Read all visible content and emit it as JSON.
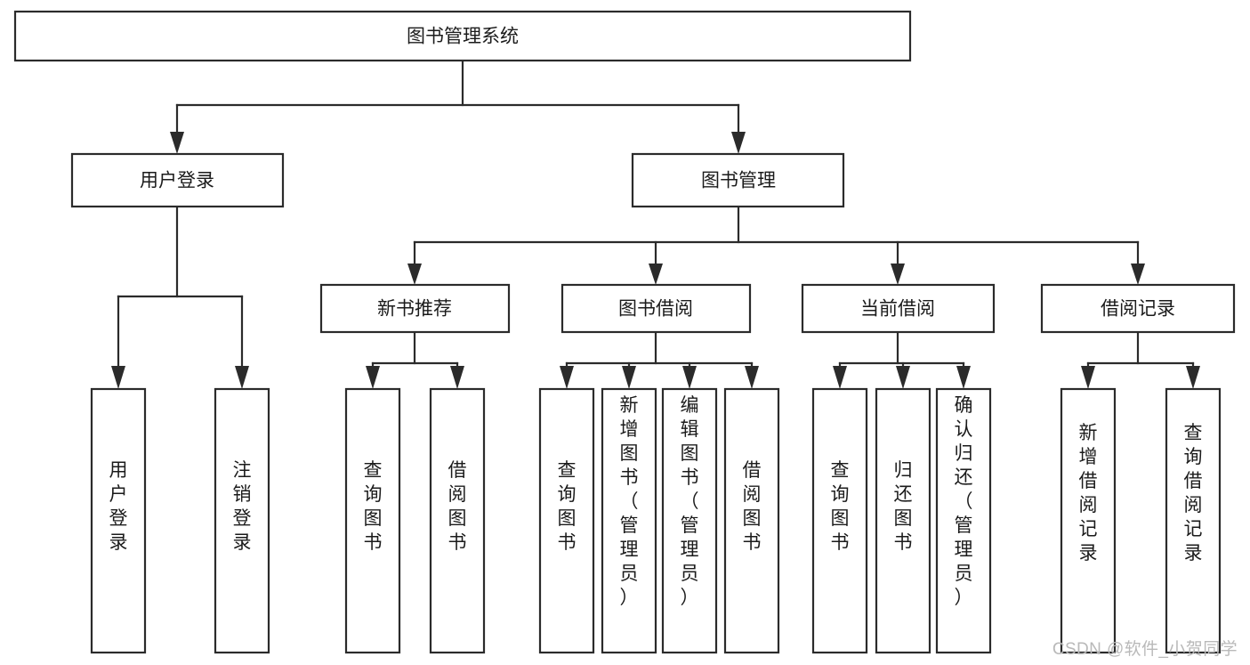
{
  "diagram": {
    "title": "图书管理系统",
    "type": "hierarchy-tree",
    "watermark": "CSDN @软件_小贺同学",
    "colors": {
      "stroke": "#2b2b2b",
      "fill": "#ffffff",
      "text": "#1b1b1b",
      "watermark": "#b9b9b9",
      "background": "#ffffff"
    },
    "levels": [
      {
        "level": 1,
        "nodes": [
          {
            "id": "root",
            "label": "图书管理系统",
            "orientation": "horizontal"
          }
        ]
      },
      {
        "level": 2,
        "nodes": [
          {
            "id": "user-login",
            "label": "用户登录",
            "orientation": "horizontal",
            "parent": "root"
          },
          {
            "id": "book-mgmt",
            "label": "图书管理",
            "orientation": "horizontal",
            "parent": "root"
          }
        ]
      },
      {
        "level": 3,
        "nodes": [
          {
            "id": "new-book-rec",
            "label": "新书推荐",
            "orientation": "horizontal",
            "parent": "book-mgmt"
          },
          {
            "id": "book-borrow",
            "label": "图书借阅",
            "orientation": "horizontal",
            "parent": "book-mgmt"
          },
          {
            "id": "current-borrow",
            "label": "当前借阅",
            "orientation": "horizontal",
            "parent": "book-mgmt"
          },
          {
            "id": "borrow-record",
            "label": "借阅记录",
            "orientation": "horizontal",
            "parent": "book-mgmt"
          }
        ]
      },
      {
        "level": 4,
        "nodes": [
          {
            "id": "leaf-1",
            "label": "用户登录",
            "orientation": "vertical",
            "parent": "user-login"
          },
          {
            "id": "leaf-2",
            "label": "注销登录",
            "orientation": "vertical",
            "parent": "user-login"
          },
          {
            "id": "leaf-3",
            "label": "查询图书",
            "orientation": "vertical",
            "parent": "new-book-rec"
          },
          {
            "id": "leaf-4",
            "label": "借阅图书",
            "orientation": "vertical",
            "parent": "new-book-rec"
          },
          {
            "id": "leaf-5",
            "label": "查询图书",
            "orientation": "vertical",
            "parent": "book-borrow"
          },
          {
            "id": "leaf-6",
            "label": "新增图书（管理员）",
            "orientation": "vertical",
            "parent": "book-borrow"
          },
          {
            "id": "leaf-7",
            "label": "编辑图书（管理员）",
            "orientation": "vertical",
            "parent": "book-borrow"
          },
          {
            "id": "leaf-8",
            "label": "借阅图书",
            "orientation": "vertical",
            "parent": "book-borrow"
          },
          {
            "id": "leaf-9",
            "label": "查询图书",
            "orientation": "vertical",
            "parent": "current-borrow"
          },
          {
            "id": "leaf-10",
            "label": "归还图书",
            "orientation": "vertical",
            "parent": "current-borrow"
          },
          {
            "id": "leaf-11",
            "label": "确认归还（管理员）",
            "orientation": "vertical",
            "parent": "current-borrow"
          },
          {
            "id": "leaf-12",
            "label": "新增借阅记录",
            "orientation": "vertical",
            "parent": "borrow-record"
          },
          {
            "id": "leaf-13",
            "label": "查询借阅记录",
            "orientation": "vertical",
            "parent": "borrow-record"
          }
        ]
      }
    ]
  }
}
